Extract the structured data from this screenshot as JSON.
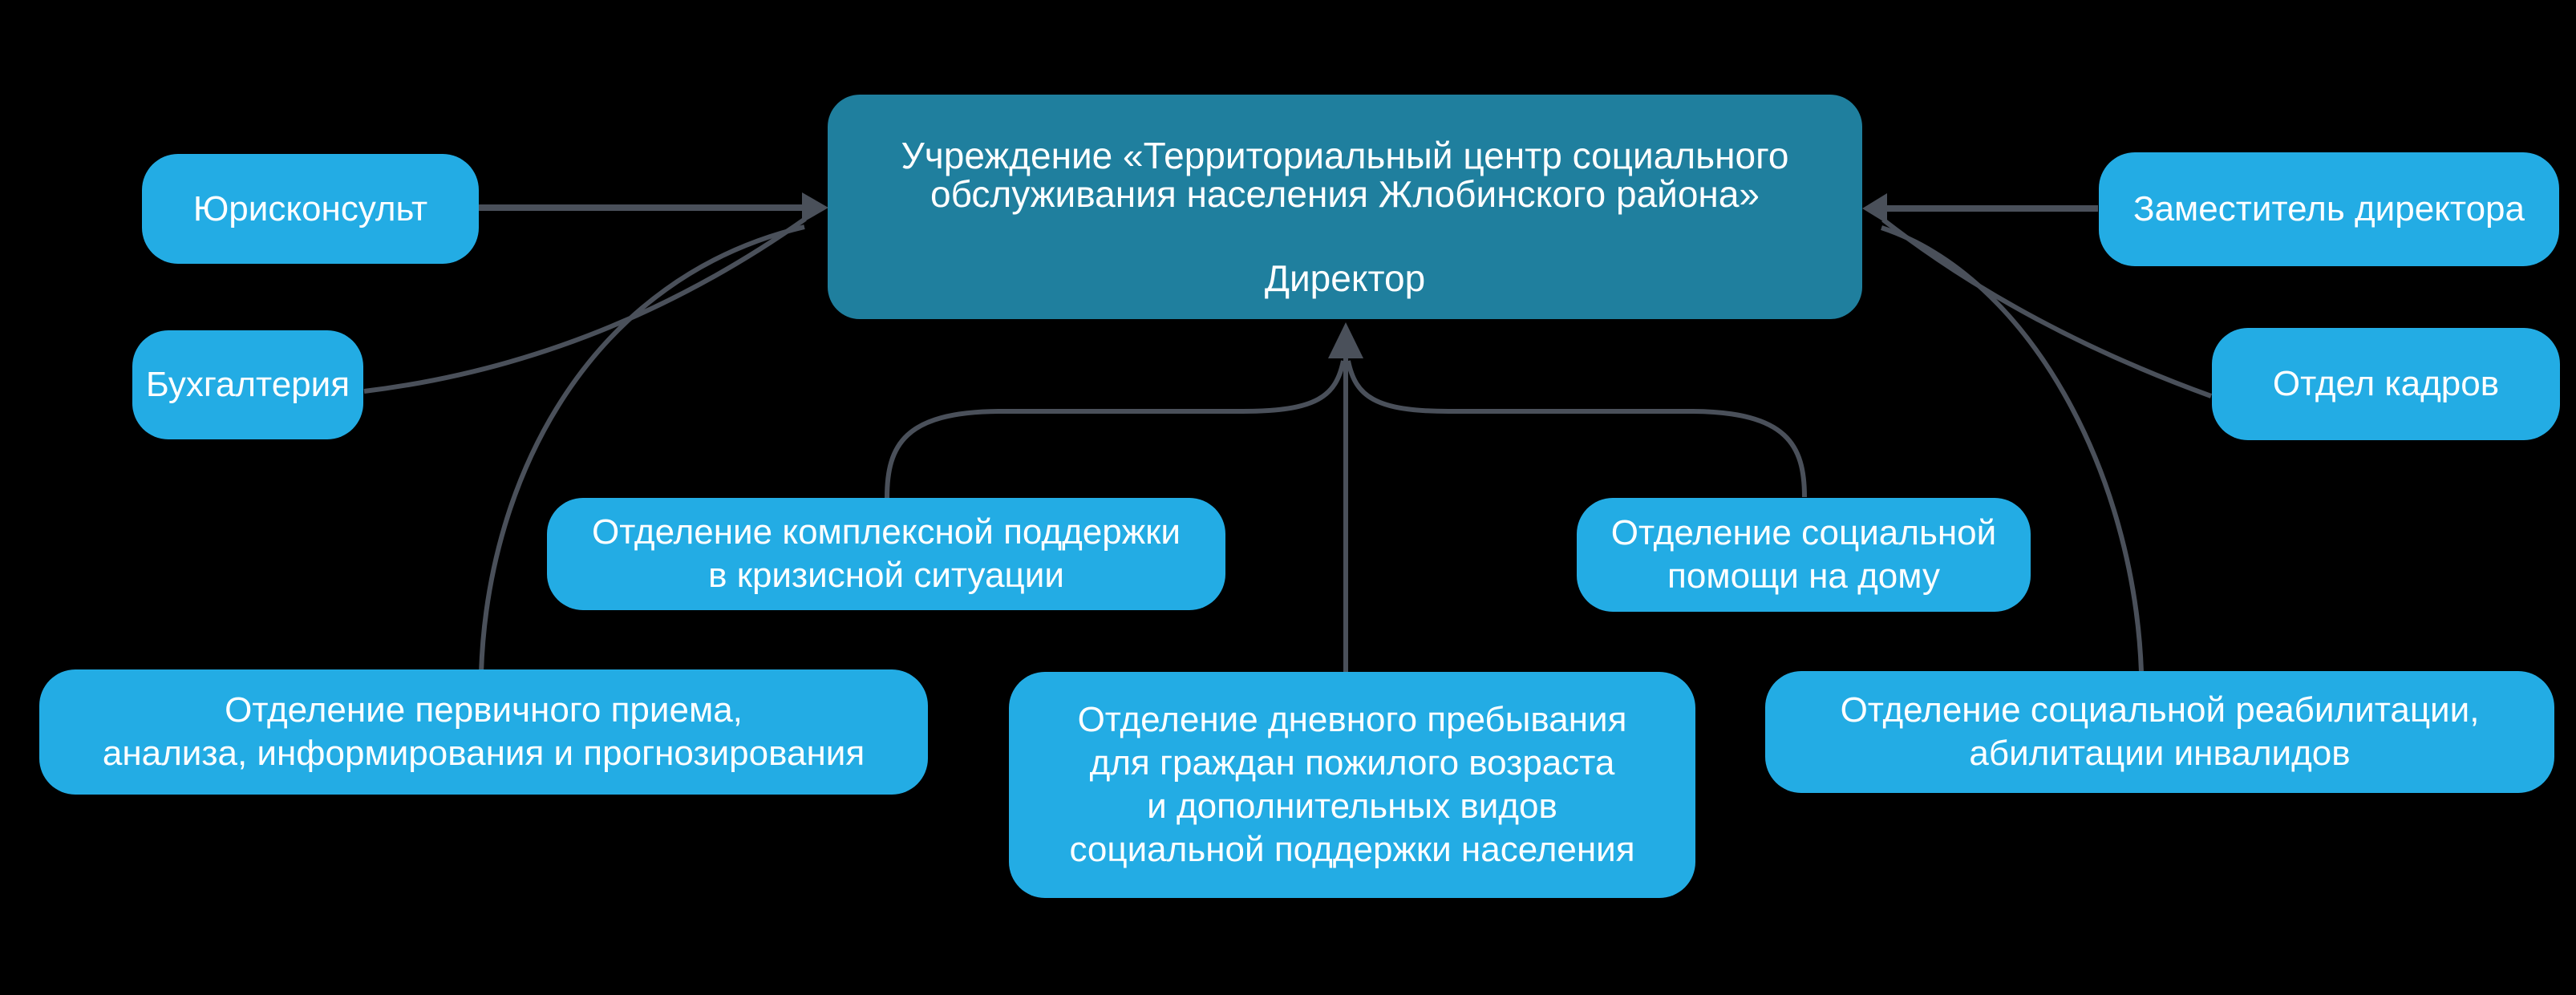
{
  "colors": {
    "background": "#000000",
    "root_fill": "#1f7f9e",
    "node_fill": "#23ace4",
    "line": "#4a505a",
    "text": "#ffffff"
  },
  "root": {
    "title_lines": [
      "Учреждение «Территориальный центр социального",
      "обслуживания населения Жлобинского района»"
    ],
    "subtitle": "Директор"
  },
  "nodes": {
    "legal": {
      "label": "Юрисконсульт"
    },
    "accounting": {
      "label": "Бухгалтерия"
    },
    "deputy": {
      "label": "Заместитель директора"
    },
    "hr": {
      "label": "Отдел кадров"
    },
    "crisis": {
      "lines": [
        "Отделение комплексной поддержки",
        "в кризисной ситуации"
      ]
    },
    "home_care": {
      "lines": [
        "Отделение социальной",
        "помощи на дому"
      ]
    },
    "intake": {
      "lines": [
        "Отделение первичного приема,",
        "анализа, информирования и прогнозирования"
      ]
    },
    "day_care": {
      "lines": [
        "Отделение дневного пребывания",
        "для граждан пожилого возраста",
        "и дополнительных видов",
        "социальной поддержки населения"
      ]
    },
    "rehab": {
      "lines": [
        "Отделение социальной реабилитации,",
        "абилитации инвалидов"
      ]
    }
  }
}
